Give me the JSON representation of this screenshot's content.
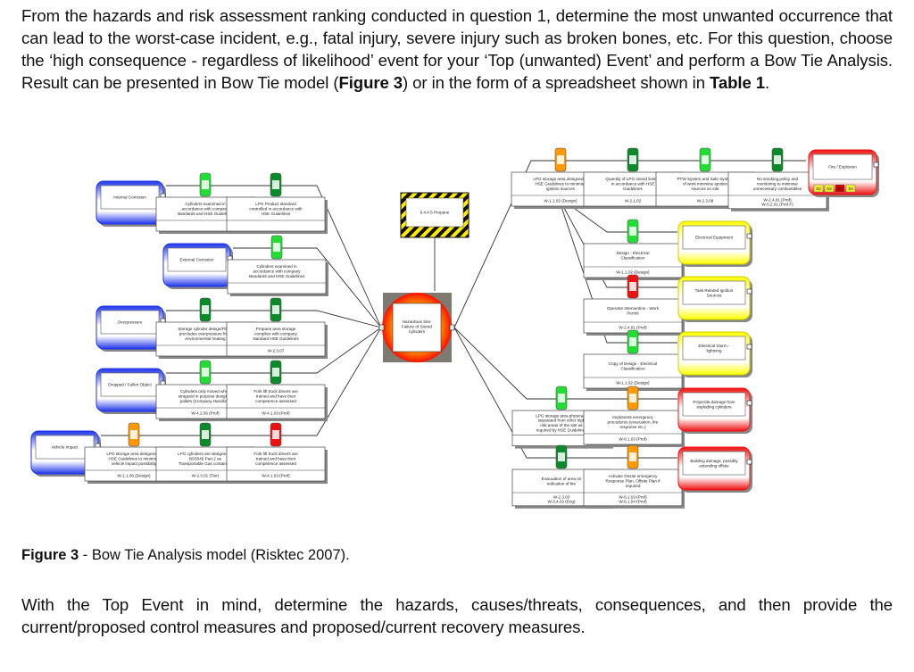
{
  "intro": {
    "text_a": "From the hazards and risk assessment ranking conducted in question 1, determine the most unwanted occurrence that can lead to the worst-case incident, e.g., fatal injury, severe injury such as broken bones, etc. For this question, choose the ‘high consequence - regardless of likelihood’ event for your ‘Top (unwanted) Event’ and perform a Bow Tie Analysis. Result can be presented in Bow Tie model (",
    "bold_a": "Figure 3",
    "text_b": ") or in the form of a spreadsheet shown in ",
    "bold_b": "Table 1",
    "text_c": "."
  },
  "diagram": {
    "hazard": "5.4.4.5 Propane",
    "top_event": [
      "Hazardous Site:",
      "Failure of Stored",
      "cylinders"
    ],
    "threats": [
      {
        "label": "Internal Corrosion",
        "barriers": [
          {
            "color": "#22dd33",
            "text": [
              "Cylinders examined in",
              "accordance with company",
              "standards and HSE Guidelines"
            ],
            "ref": []
          },
          {
            "color": "#0a8a2a",
            "text": [
              "LPG Product standard",
              "controlled in accordance with",
              "HSE Guidelines"
            ],
            "ref": []
          }
        ]
      },
      {
        "label": "External Corrosion",
        "barriers": [
          {
            "color": "#22dd33",
            "text": [
              "Cylinders examined in",
              "accordance with company",
              "standards and HSE Guidelines"
            ],
            "ref": []
          }
        ]
      },
      {
        "label": "Overpressure",
        "barriers": [
          {
            "color": "#0a8a2a",
            "text": [
              "Storage cylinder design/Filling",
              "precludes overpressure from",
              "environmental heating"
            ],
            "ref": []
          },
          {
            "color": "#0a8a2a",
            "text": [
              "Propane area storage",
              "complies with company",
              "standard HSE Guidelines"
            ],
            "ref": [
              "W-2.3.07"
            ]
          }
        ]
      },
      {
        "label": "Dropped / Fallen Object",
        "barriers": [
          {
            "color": "#22dd33",
            "text": [
              "Cylinders only moved when",
              "strapped in purpose designed",
              "pallets (Company Handling)"
            ],
            "ref": [
              "W-4.2.06 (Prof)"
            ]
          },
          {
            "color": "#0a8a2a",
            "text": [
              "Fork lift truck drivers are",
              "trained and have their",
              "competence assessed"
            ],
            "ref": [
              "W-4.1.03 (Prof)"
            ]
          }
        ]
      },
      {
        "label": "Vehicle Impact",
        "barriers": [
          {
            "color": "#ff9900",
            "text": [
              "LPG storage area designed to",
              "HSE Guidelines to minimise",
              "vehicle impact possibility"
            ],
            "ref": [
              "W-1.1.06 (Design)"
            ]
          },
          {
            "color": "#0a8a2a",
            "text": [
              "LPG cylinders are designed to",
              "BS5045 Part 2 as",
              "Transportable Gas containers"
            ],
            "ref": [
              "W-2.3.01 (Tier)"
            ]
          },
          {
            "color": "#ee1111",
            "text": [
              "Fork lift truck drivers are",
              "trained and have their",
              "competence assessed"
            ],
            "ref": [
              "W-4.1.03 (Prof)"
            ]
          }
        ]
      }
    ],
    "top_barriers": [
      {
        "color": "#ff9900",
        "text": [
          "LPG storage area designed to",
          "HSE Guidelines to minimise",
          "ignition sources"
        ],
        "ref": [
          "W-1.1.02 (Design)"
        ]
      },
      {
        "color": "#0a8a2a",
        "text": [
          "Quantity of LPG stored limited",
          "in accordance with HSE",
          "Guidelines"
        ],
        "ref": [
          "W-2.1.02"
        ]
      },
      {
        "color": "#22dd33",
        "text": [
          "PTW System and Safe System",
          "of work minimise ignition",
          "sources on site"
        ],
        "ref": [
          "W-2.3.08"
        ]
      },
      {
        "color": "#0a8a2a",
        "text": [
          "No smoking policy and",
          "monitoring to minimise",
          "unnecessary combustibles"
        ],
        "ref": [
          "W-2.4.01 (Prof)",
          "W-5.2.01 (Prof F)"
        ]
      }
    ],
    "consequence_main": {
      "label": "Fire / Explosion",
      "badges": [
        "S2",
        "S2",
        "S3",
        "S4"
      ]
    },
    "escalations": [
      {
        "label": "Electrical Equipment",
        "barrier": {
          "color": "#22dd33",
          "text": [
            "Design - Electrical",
            "Classification"
          ],
          "ref": [
            "W-1.1.02 (Design)"
          ]
        }
      },
      {
        "label": "Task Related Ignition Sources",
        "barrier": {
          "color": "#ee1111",
          "text": [
            "Operator Intervention - Work",
            "Permit"
          ],
          "ref": [
            "W-2.4.01 (Prof)"
          ]
        }
      },
      {
        "label": "Electrical Storm - lightning",
        "barrier": {
          "color": "#22dd33",
          "text": [
            "Copy of Design - Electrical",
            "Classification"
          ],
          "ref": [
            "W-1.1.02 (Design)"
          ]
        }
      }
    ],
    "consequences": [
      {
        "label": "Projectile damage from exploding cylinders",
        "barriers": [
          {
            "color": "#22dd33",
            "text": [
              "LPG storage area physically",
              "separated from other high",
              "risk areas of the site as",
              "required by HSE Guidelines"
            ],
            "ref": []
          },
          {
            "color": "#ff9900",
            "text": [
              "Implement emergency",
              "procedures (evacuation, fire",
              "response etc.)"
            ],
            "ref": [
              "W-6.1.03 (Prof)"
            ]
          }
        ]
      },
      {
        "label": "Building damage, possibly extending offsite",
        "barriers": [
          {
            "color": "#0a8a2a",
            "text": [
              "Evacuation of area on",
              "indication of fire"
            ],
            "ref": [
              "W-2.3.03",
              "W-3.4.02 (Eng)"
            ]
          },
          {
            "color": "#ff9900",
            "text": [
              "Activate Onsite emergency",
              "Response Plan, Offsite Plan if",
              "required"
            ],
            "ref": [
              "W-6.1.03 (Prof)",
              "W-6.1.04 (Prof)"
            ]
          }
        ]
      }
    ],
    "colors": {
      "threat": "#1f35e8",
      "top_event_ring": "#ff1a00",
      "escalation": "#ffff00",
      "consequence": "#ee1111",
      "hazard_stripe": "#ffee00"
    }
  },
  "caption": {
    "bold": "Figure 3",
    "text": " - Bow Tie Analysis model (Risktec 2007)."
  },
  "outro": "With the Top Event in mind, determine the hazards, causes/threats, consequences, and then provide the current/proposed control measures and proposed/current recovery measures."
}
